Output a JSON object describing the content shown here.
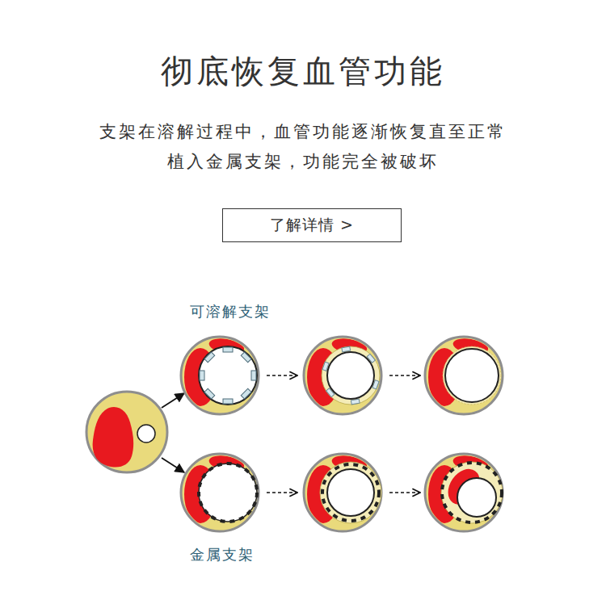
{
  "diagram": {
    "title": "彻底恢复血管功能",
    "nodes": [
      {
        "text": [
          "了解详情 >"
        ]
      }
    ],
    "labels": [
      "支架在溶解过程中，血管功能逐渐恢复直至正常",
      "植入金属支架，功能完全被破坏",
      "可溶解支架",
      "金属支架"
    ]
  }
}
